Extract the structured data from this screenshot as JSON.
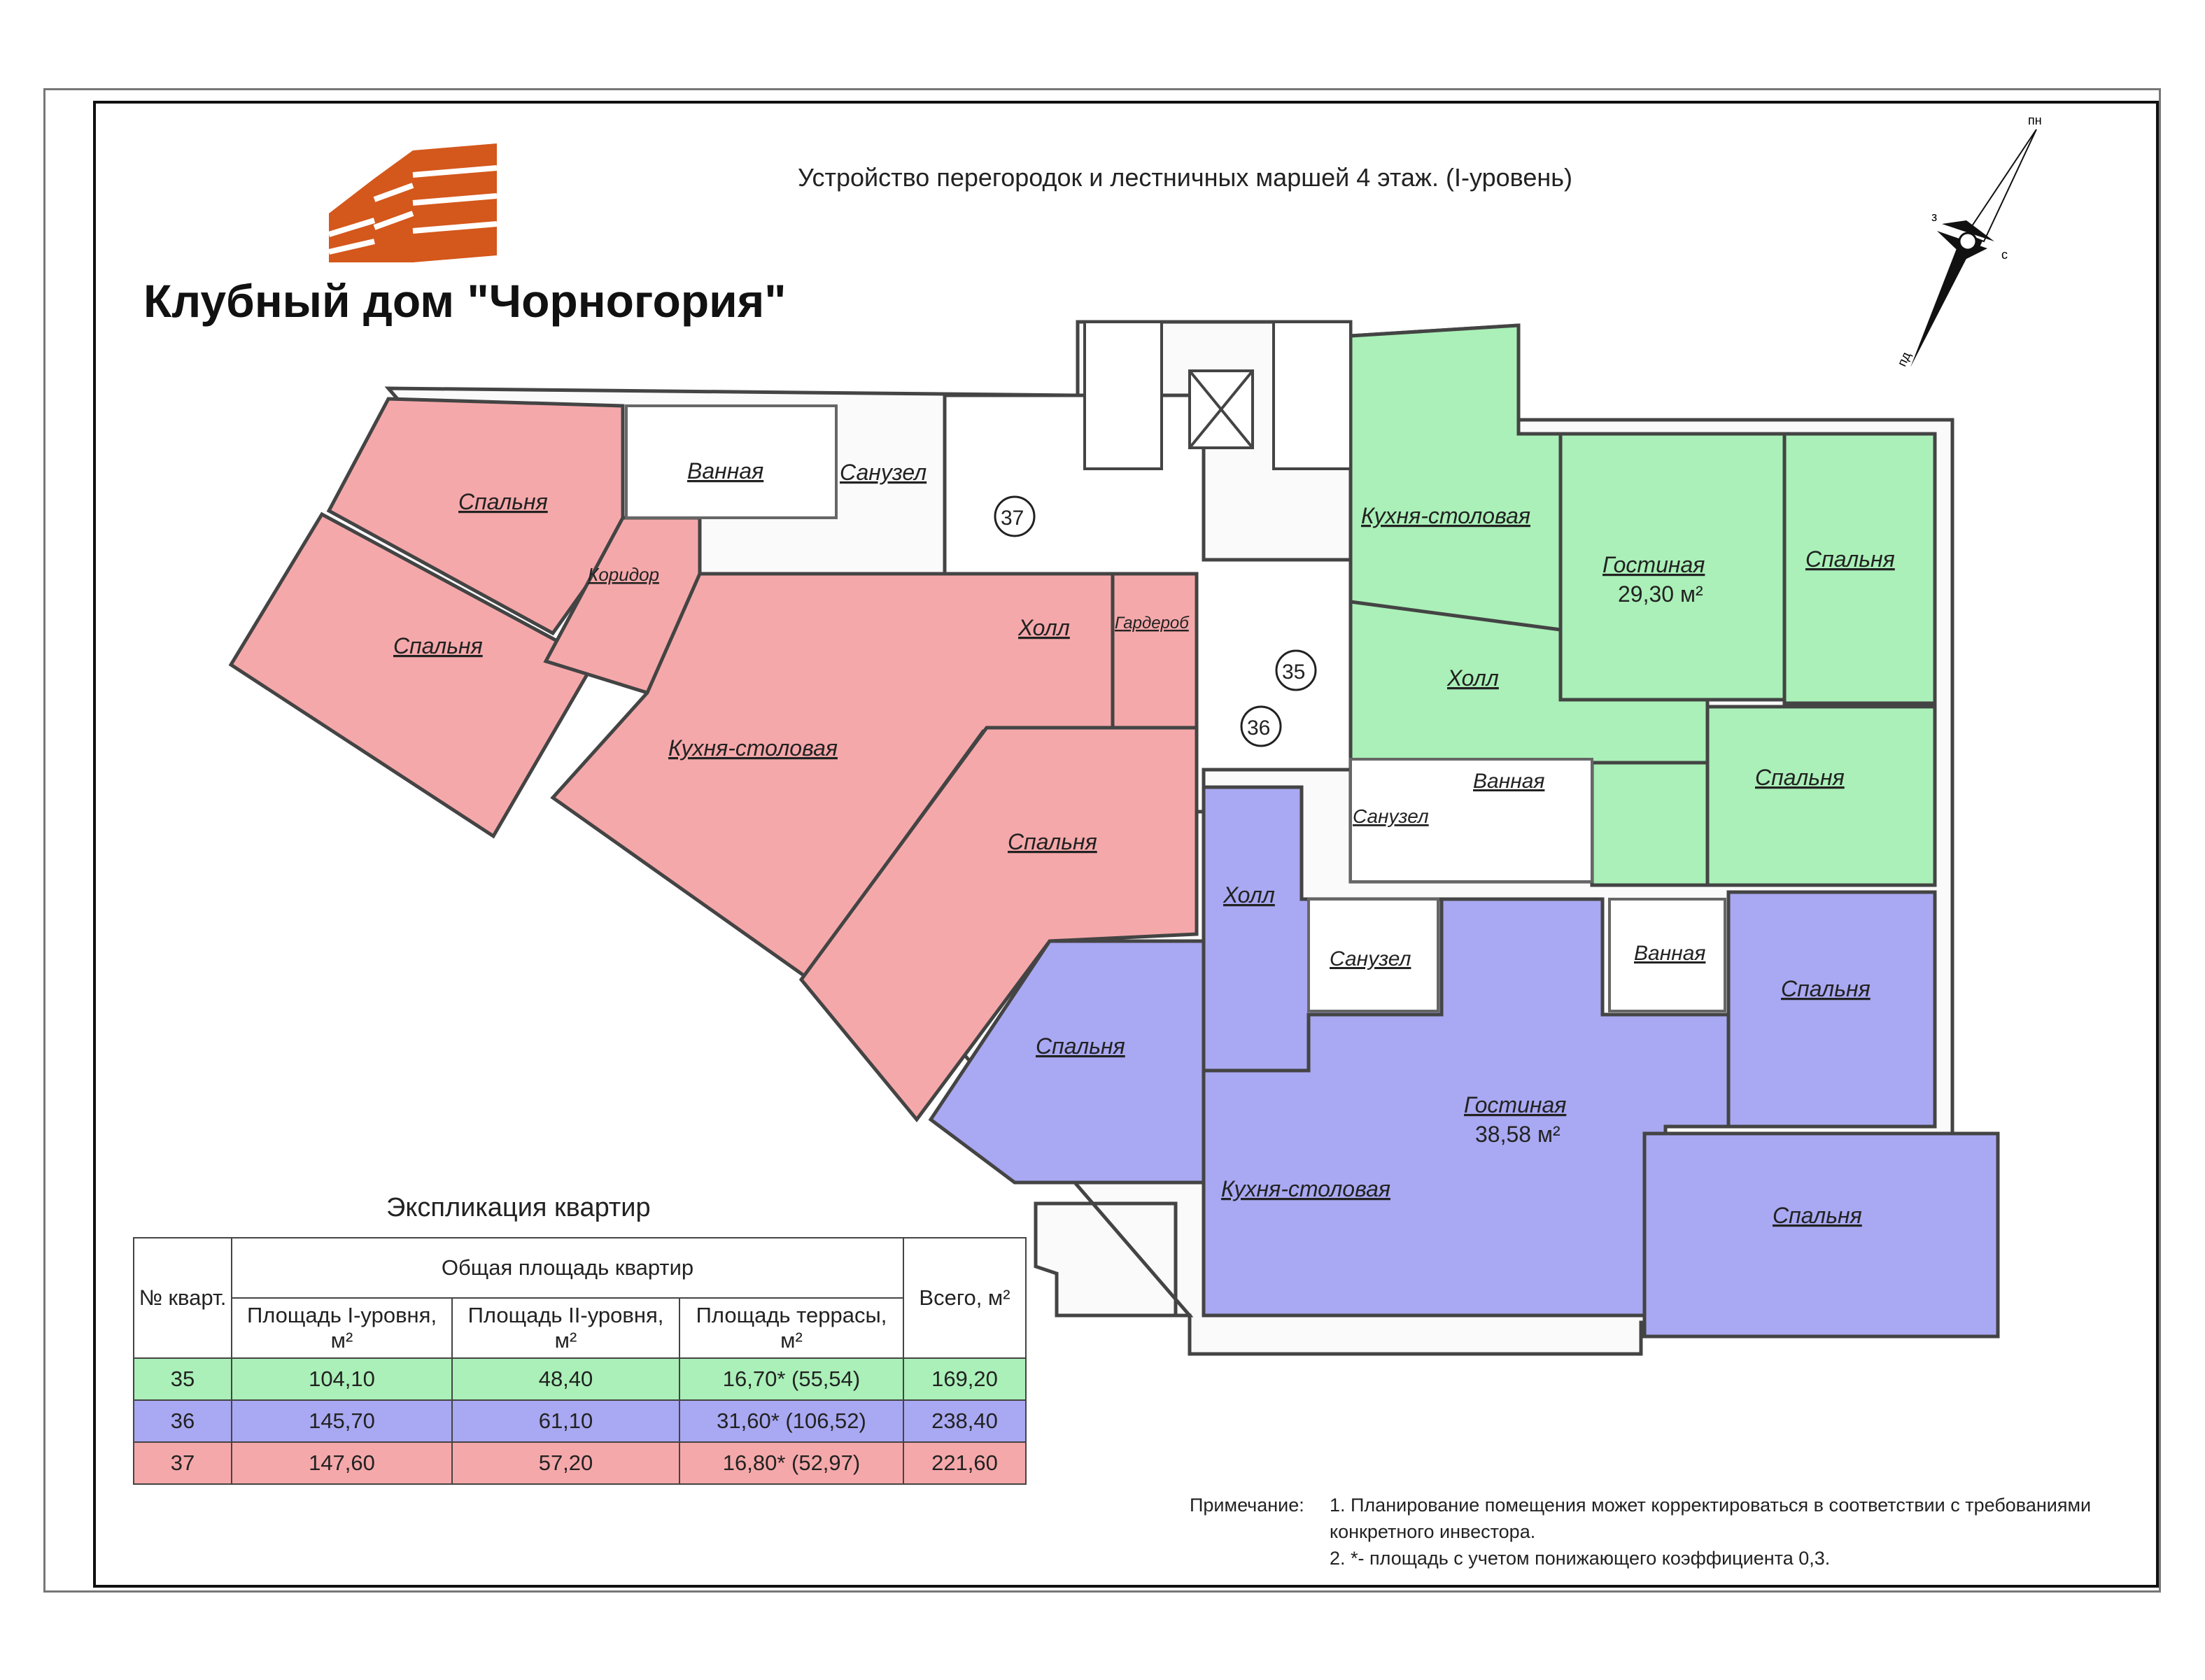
{
  "header": {
    "brand": "Клубный дом \"Чорногория\"",
    "title": "Устройство перегородок и лестничных маршей 4 этаж. (I-уровень)"
  },
  "compass": {
    "n": "пн",
    "s": "пд",
    "w": "з",
    "e": "с"
  },
  "colors": {
    "apt35": "#aaf0b8",
    "apt36": "#a9a8f2",
    "apt37": "#f5a8aa",
    "logo": "#d4571b"
  },
  "plan": {
    "apartment_numbers": {
      "a35": "35",
      "a36": "36",
      "a37": "37"
    },
    "rooms37": {
      "bedroom1": "Спальня",
      "bedroom2": "Спальня",
      "bath": "Ванная",
      "wc": "Санузел",
      "corridor": "Коридор",
      "hall": "Холл",
      "wardrobe": "Гардероб",
      "kitchen": "Кухня-столовая",
      "bedroom3": "Спальня"
    },
    "rooms35": {
      "kitchen": "Кухня-столовая",
      "living": "Гостиная",
      "living_area": "29,30 м²",
      "bedroom1": "Спальня",
      "hall": "Холл",
      "bath": "Ванная",
      "wc": "Санузел",
      "bedroom2": "Спальня"
    },
    "rooms36": {
      "hall": "Холл",
      "wc": "Санузел",
      "bath": "Ванная",
      "bedroom1": "Спальня",
      "bedroom2": "Спальня",
      "living": "Гостиная",
      "living_area": "38,58 м²",
      "kitchen": "Кухня-столовая",
      "bedroom3": "Спальня"
    }
  },
  "explication": {
    "title": "Экспликация квартир",
    "headers": {
      "num": "№ кварт.",
      "total_area": "Общая площадь квартир",
      "level1": "Площадь I-уровня, м²",
      "level2": "Площадь II-уровня, м²",
      "terrace": "Площадь террасы, м²",
      "total": "Всего, м²"
    },
    "rows": [
      {
        "num": "35",
        "level1": "104,10",
        "level2": "48,40",
        "terrace": "16,70* (55,54)",
        "total": "169,20"
      },
      {
        "num": "36",
        "level1": "145,70",
        "level2": "61,10",
        "terrace": "31,60* (106,52)",
        "total": "238,40"
      },
      {
        "num": "37",
        "level1": "147,60",
        "level2": "57,20",
        "terrace": "16,80* (52,97)",
        "total": "221,60"
      }
    ]
  },
  "notes": {
    "label": "Примечание:",
    "item1": "1. Планирование помещения может корректироваться в соответствии с требованиями конкретного инвестора.",
    "item2": "2. *-   площадь с учетом понижающего коэффициента 0,3."
  }
}
